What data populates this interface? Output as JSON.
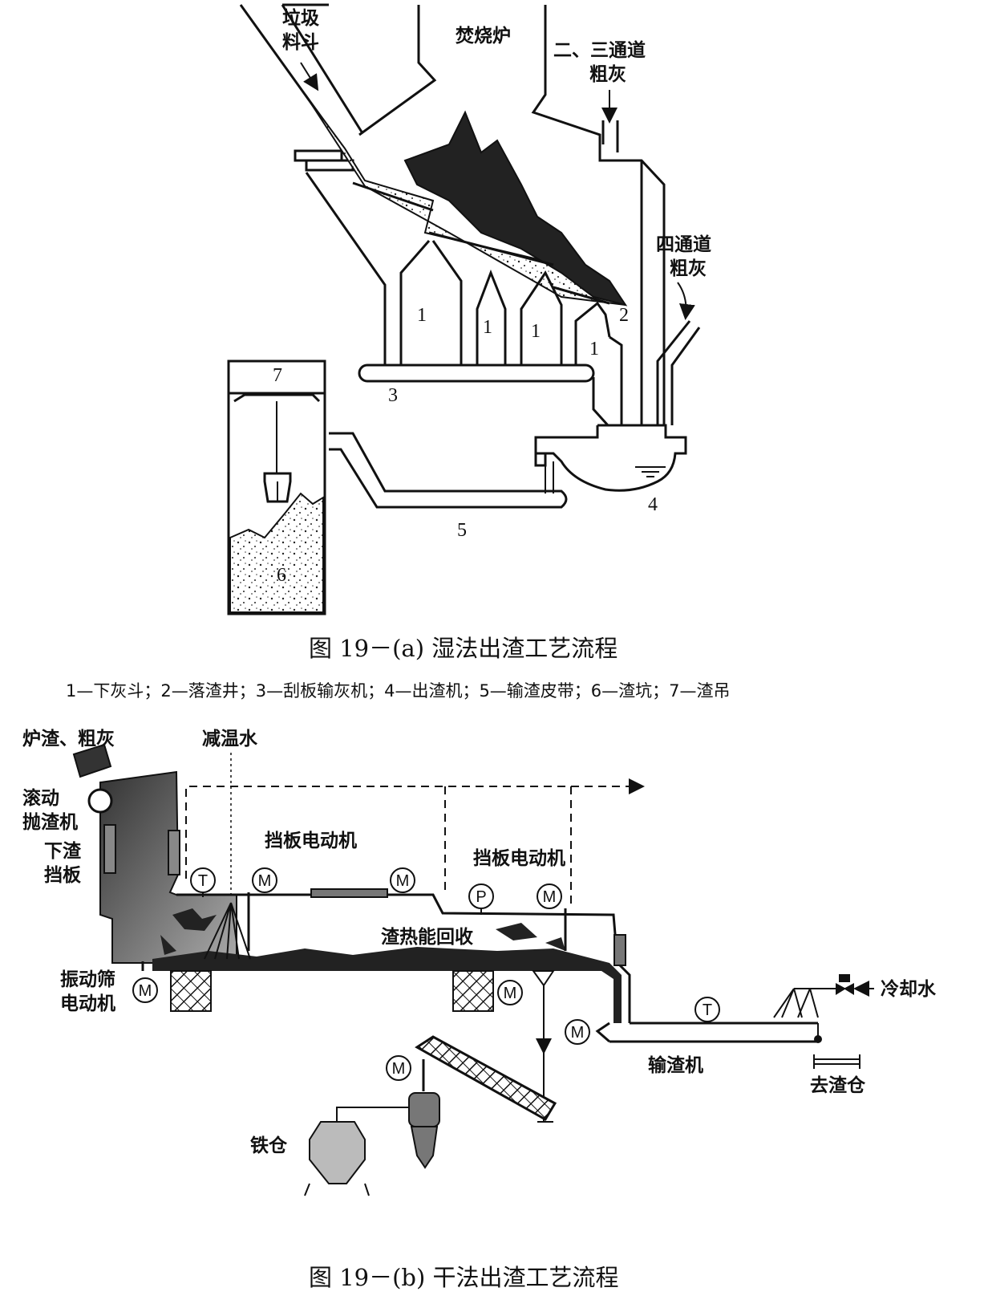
{
  "figure_a": {
    "labels": {
      "hopper": [
        "垃圾",
        "料斗"
      ],
      "furnace": "焚烧炉",
      "ash_23": [
        "二、三通道",
        "粗灰"
      ],
      "ash_4": [
        "四通道",
        "粗灰"
      ]
    },
    "numbers": {
      "n1a": "1",
      "n1b": "1",
      "n1c": "1",
      "n1d": "1",
      "n2": "2",
      "n3": "3",
      "n4": "4",
      "n5": "5",
      "n6": "6",
      "n7": "7"
    },
    "caption": "图 19－(a) 湿法出渣工艺流程",
    "legend": "1—下灰斗；2—落渣井；3—刮板输灰机；4—出渣机；5—输渣皮带；6—渣坑；7—渣吊"
  },
  "figure_b": {
    "labels": {
      "slag_ash": "炉渣、粗灰",
      "cooling_water_spray": "减温水",
      "rolling_thrower": [
        "滚动",
        "抛渣机"
      ],
      "slag_baffle": [
        "下渣",
        "挡板"
      ],
      "baffle_motor_1": "挡板电动机",
      "baffle_motor_2": "挡板电动机",
      "heat_recovery": "渣热能回收",
      "vibrating_screen": [
        "振动筛",
        "电动机"
      ],
      "cooling_water": "冷却水",
      "conveyor": "输渣机",
      "to_silo": "去渣仓",
      "iron_silo": "铁仓"
    },
    "instruments": {
      "t1": "T",
      "m1": "M",
      "m2": "M",
      "p1": "P",
      "m3": "M",
      "m4": "M",
      "m5": "M",
      "m6": "M",
      "m7": "M",
      "t2": "T"
    },
    "caption": "图 19－(b) 干法出渣工艺流程"
  }
}
